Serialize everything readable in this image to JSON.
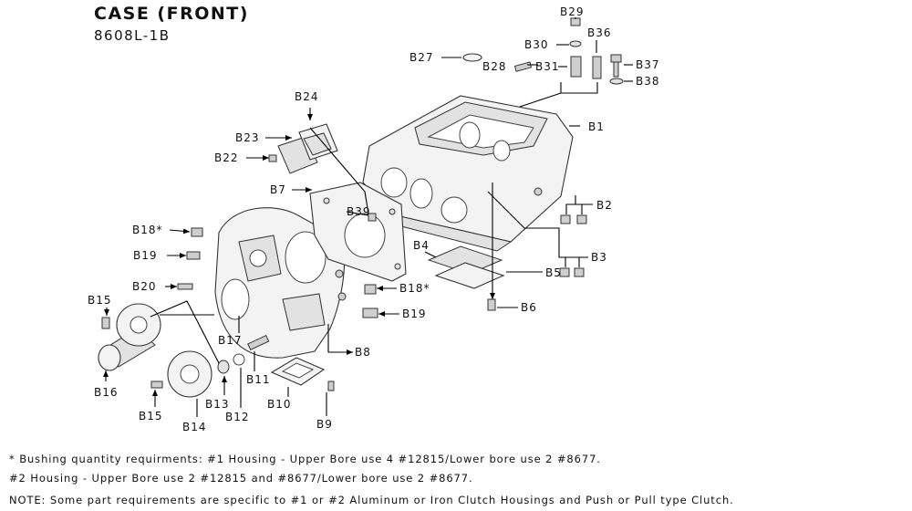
{
  "header": {
    "title": "CASE (FRONT)",
    "subtitle": "8608L-1B"
  },
  "callouts": {
    "B1": "B1",
    "B2": "B2",
    "B3": "B3",
    "B4": "B4",
    "B5": "B5",
    "B6": "B6",
    "B7": "B7",
    "B8": "B8",
    "B9": "B9",
    "B10": "B10",
    "B11": "B11",
    "B12": "B12",
    "B13": "B13",
    "B14": "B14",
    "B15a": "B15",
    "B15b": "B15",
    "B16": "B16",
    "B17": "B17",
    "B18a": "B18*",
    "B18b": "B18*",
    "B19a": "B19",
    "B19b": "B19",
    "B20": "B20",
    "B22": "B22",
    "B23": "B23",
    "B24": "B24",
    "B27": "B27",
    "B28": "B28",
    "B29": "B29",
    "B30": "B30",
    "B31": "B31",
    "B36": "B36",
    "B37": "B37",
    "B38": "B38",
    "B39": "B39"
  },
  "notes": {
    "line1": "*  Bushing quantity requirments: #1 Housing - Upper Bore use 4 #12815/Lower bore use 2 #8677.",
    "line2": "#2 Housing - Upper Bore use 2 #12815 and #8677/Lower bore use 2 #8677.",
    "line3": "NOTE: Some part requirements are specific to #1 or #2 Aluminum or Iron Clutch Housings and Push or Pull type Clutch."
  }
}
